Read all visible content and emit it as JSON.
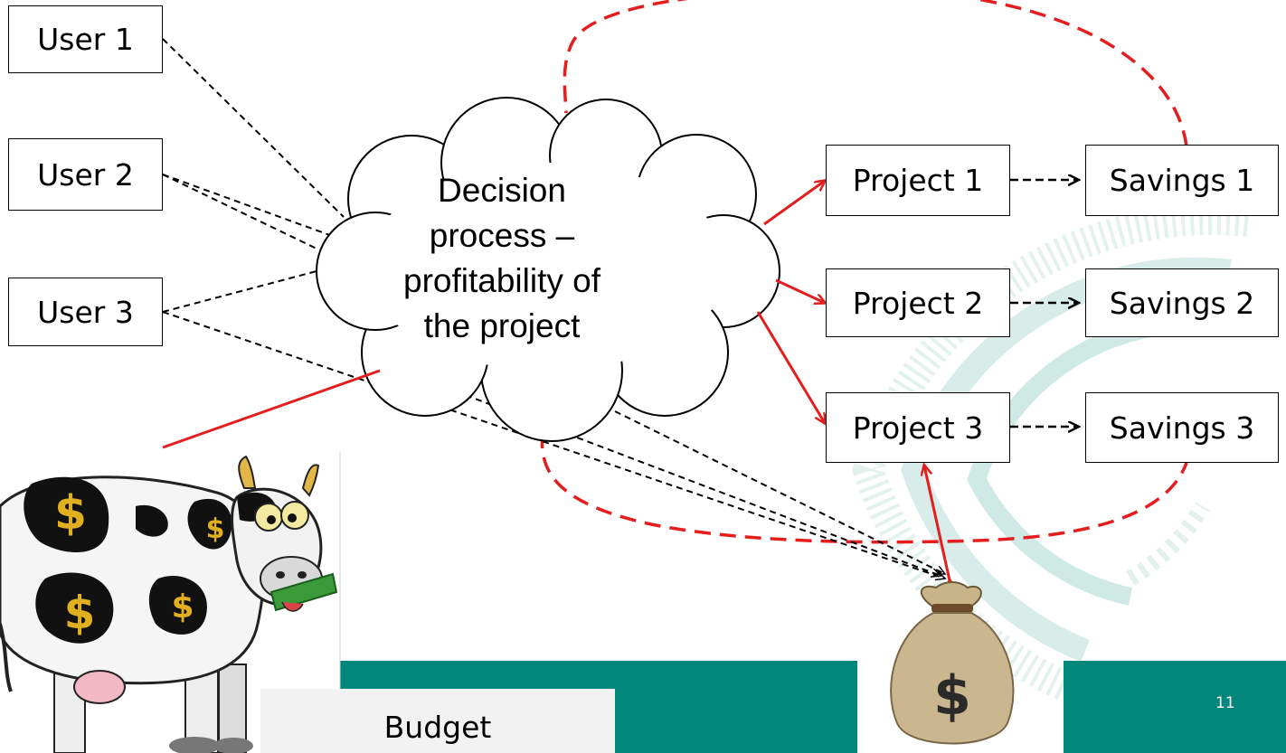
{
  "users": [
    "User 1",
    "User 2",
    "User 3"
  ],
  "decision_process": {
    "lines": [
      "Decision",
      "process –",
      "profitability of",
      "the project"
    ]
  },
  "projects": [
    "Project 1",
    "Project 2",
    "Project 3"
  ],
  "savings": [
    "Savings 1",
    "Savings 2",
    "Savings 3"
  ],
  "budget_label": "Budget",
  "money_bag_symbol": "$",
  "page_number": "11",
  "colors": {
    "accent_red": "#e41e1e",
    "band_teal": "#00877a",
    "footer_gray": "#f2f2f2",
    "swirl_teal": "#cfe9e5"
  },
  "icons": [
    "cloud-shape",
    "cow-illustration",
    "money-bag-icon",
    "decorative-swirl"
  ]
}
